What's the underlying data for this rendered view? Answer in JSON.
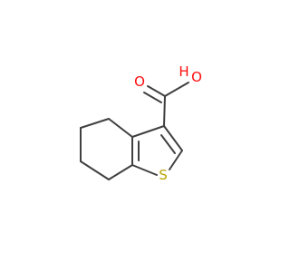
{
  "molecule": {
    "atoms": {
      "oxygen_hydroxyl": {
        "label": "O",
        "color": "#ff0d0d"
      },
      "hydrogen_hydroxyl": {
        "label": "H",
        "color": "#ff0d0d"
      },
      "oxygen_carbonyl": {
        "label": "O",
        "color": "#ff0d0d"
      },
      "sulfur": {
        "label": "S",
        "color": "#b8a400"
      }
    },
    "bond_color": "#404040"
  }
}
